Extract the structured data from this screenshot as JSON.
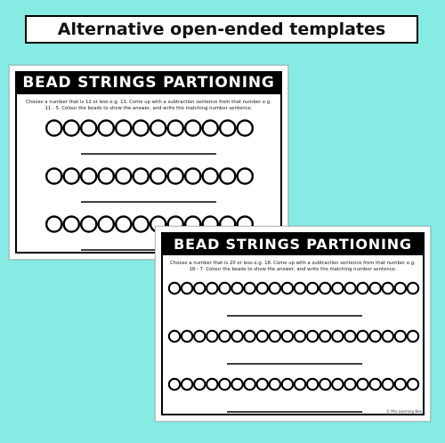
{
  "banner": {
    "title": "Alternative open-ended templates"
  },
  "colors": {
    "background": "#86ece3",
    "bead_stroke": "#000000",
    "title_bar": "#000000"
  },
  "card1": {
    "title": "BEAD STRINGS PARTIONING",
    "instructions": "Choose a number that is 12 or less e.g. 11. Come up with a subtraction sentence from that number e.g. 11 - 5. Colour the beads to show the answer, and write the matching number sentence.",
    "beads_per_string": 12,
    "strings": 3
  },
  "card2": {
    "title": "BEAD STRINGS PARTIONING",
    "instructions": "Choose a number that is 20 or less e.g. 18. Come up with a subtraction sentence from that number e.g. 18 - 7. Colour the beads to show the answer, and write the matching number sentence.",
    "beads_per_string": 20,
    "strings": 3,
    "footer": "© Mrs Learning Bee"
  }
}
